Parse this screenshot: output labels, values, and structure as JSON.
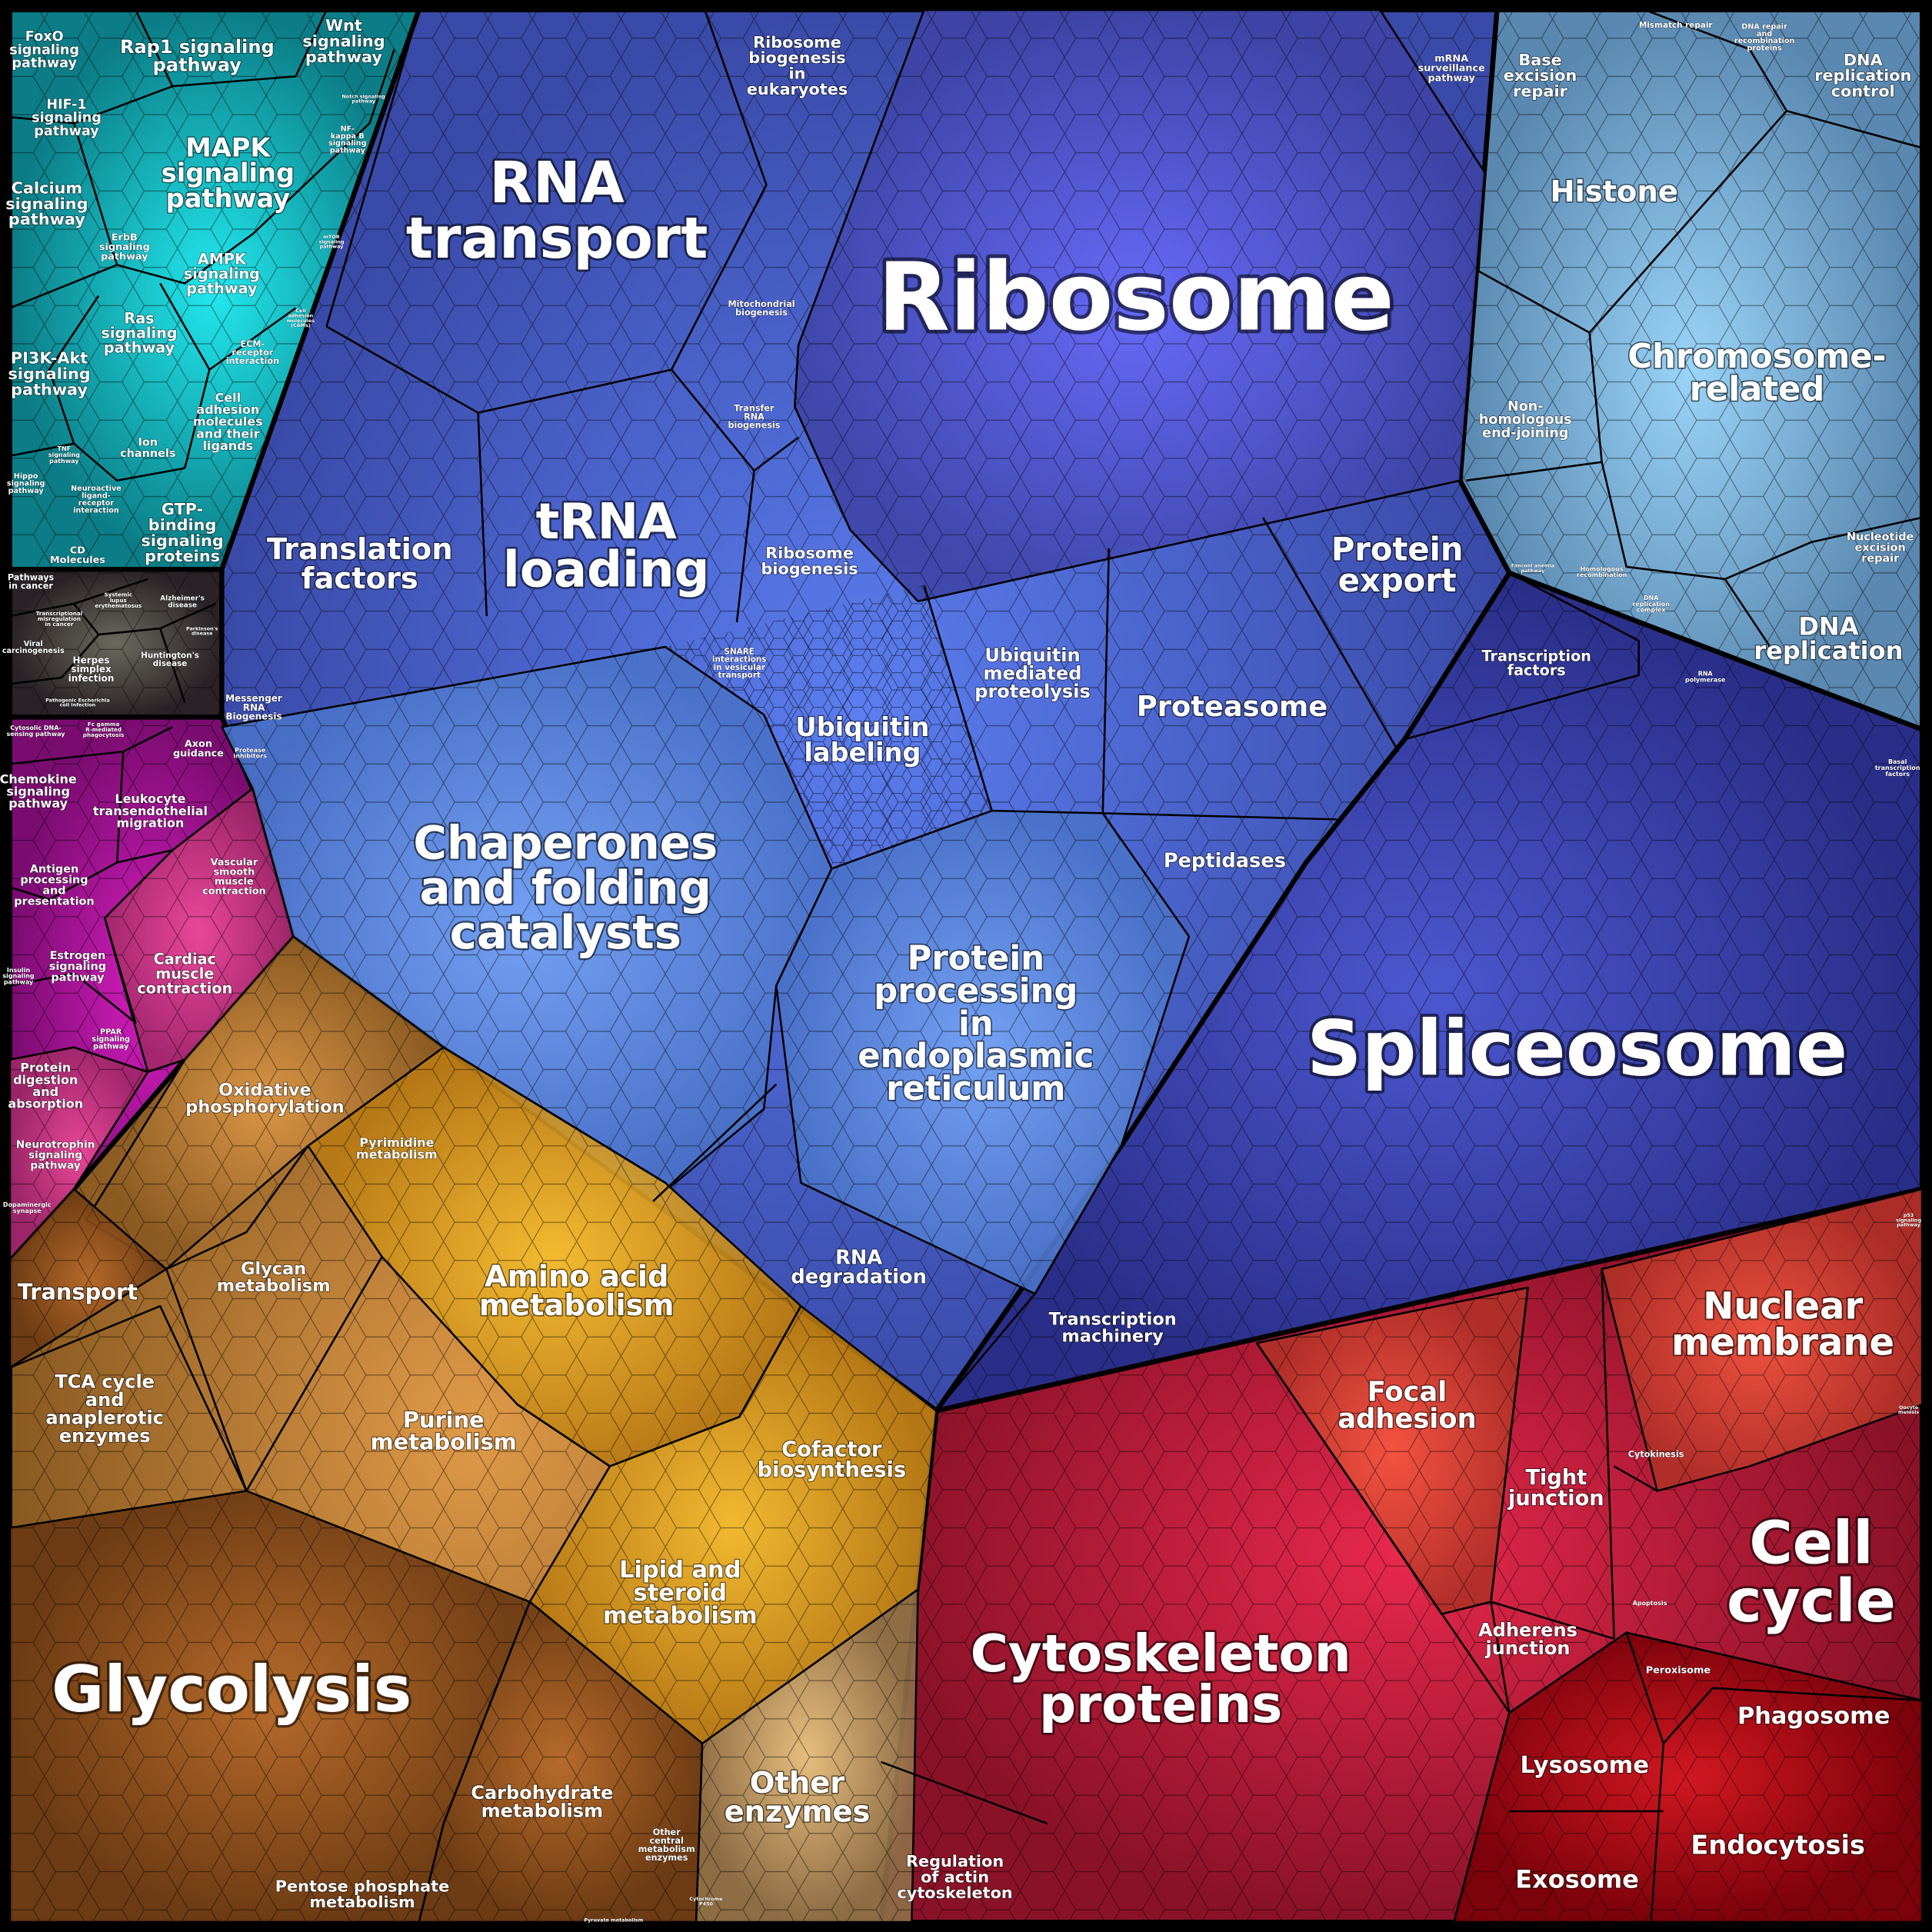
{
  "colors": {
    "teal_c": "#22e8ee",
    "teal_e": "#0c7d86",
    "dark_c": "#6a6a5e",
    "dark_e": "#2a2226",
    "magenta_c": "#d81ec0",
    "magenta_e": "#7a0c70",
    "pink_c": "#f04c98",
    "pink_e": "#a02868",
    "blue_c": "#5c7ef0",
    "blue_e": "#3a4aa8",
    "ribosome_c": "#6a6cff",
    "ribosome_e": "#3e44a6",
    "chap_c": "#78a8f8",
    "chap_e": "#4a72c8",
    "dna_c": "#9ad4f8",
    "dna_e": "#5a88b0",
    "splice_c": "#4c58d0",
    "splice_e": "#2a2e88",
    "orange_c": "#e09a48",
    "orange_e": "#8a5a22",
    "gold_c": "#f8c030",
    "gold_e": "#b87a14",
    "brown_c": "#b86a2a",
    "brown_e": "#6a3812",
    "tan_c": "#f0c888",
    "tan_e": "#8e6e48",
    "red_c": "#e8284c",
    "red_e": "#8a1228",
    "nuc_c": "#f85840",
    "nuc_e": "#b03028",
    "lyso_c": "#d81820",
    "lyso_e": "#7a0008"
  },
  "labels": {
    "foxo": [
      "FoxO",
      "signaling",
      "pathway"
    ],
    "rap1": [
      "Rap1 signaling",
      "pathway"
    ],
    "wnt": [
      "Wnt",
      "signaling",
      "pathway"
    ],
    "hif1": [
      "HIF-1",
      "signaling",
      "pathway"
    ],
    "mapk": [
      "MAPK",
      "signaling",
      "pathway"
    ],
    "nfkb": [
      "NF-",
      "kappa B",
      "signaling",
      "pathway"
    ],
    "notch": [
      "Notch signaling",
      "pathway"
    ],
    "mtor": [
      "mTOR",
      "signaling",
      "pathway"
    ],
    "calcium": [
      "Calcium",
      "signaling",
      "pathway"
    ],
    "erbb": [
      "ErbB",
      "signaling",
      "pathway"
    ],
    "ampk": [
      "AMPK",
      "signaling",
      "pathway"
    ],
    "cams": [
      "Cell",
      "adhesion",
      "molecules",
      "(CAMs)"
    ],
    "ras": [
      "Ras",
      "signaling",
      "pathway"
    ],
    "pi3k": [
      "PI3K-Akt",
      "signaling",
      "pathway"
    ],
    "ecm": [
      "ECM-",
      "receptor",
      "interaction"
    ],
    "celladh": [
      "Cell",
      "adhesion",
      "molecules",
      "and their",
      "ligands"
    ],
    "ion": [
      "Ion",
      "channels"
    ],
    "tnf": [
      "TNF",
      "signaling",
      "pathway"
    ],
    "hippo": [
      "Hippo",
      "signaling",
      "pathway"
    ],
    "neuro": [
      "Neuroactive",
      "ligand-",
      "receptor",
      "interaction"
    ],
    "gtp": [
      "GTP-",
      "binding",
      "signaling",
      "proteins"
    ],
    "cd": [
      "CD",
      "Molecules"
    ],
    "cancer": [
      "Pathways",
      "in cancer"
    ],
    "lupus": [
      "Systemic",
      "lupus",
      "erythematosus"
    ],
    "transmis": [
      "Transcriptional",
      "misregulation",
      "in cancer"
    ],
    "alz": [
      "Alzheimer's",
      "disease"
    ],
    "parkinson": [
      "Parkinson's",
      "disease"
    ],
    "viral": [
      "Viral",
      "carcinogenesis"
    ],
    "herpes": [
      "Herpes",
      "simplex",
      "infection"
    ],
    "huntington": [
      "Huntington's",
      "disease"
    ],
    "ecoli": [
      "Pathogenic Escherichia",
      "coli infection"
    ],
    "cytodna": [
      "Cytosolic DNA-",
      "sensing pathway"
    ],
    "fcg": [
      "Fc gamma",
      "R-mediated",
      "phagocytosis"
    ],
    "axon": [
      "Axon",
      "guidance"
    ],
    "chemokine": [
      "Chemokine",
      "signaling",
      "pathway"
    ],
    "leuko": [
      "Leukocyte",
      "transendothelial",
      "migration"
    ],
    "antigen": [
      "Antigen",
      "processing",
      "and",
      "presentation"
    ],
    "vascular": [
      "Vascular",
      "smooth",
      "muscle",
      "contraction"
    ],
    "insulin": [
      "Insulin",
      "signaling",
      "pathway"
    ],
    "estrogen": [
      "Estrogen",
      "signaling",
      "pathway"
    ],
    "cardiac": [
      "Cardiac",
      "muscle",
      "contraction"
    ],
    "ppar": [
      "PPAR",
      "signaling",
      "pathway"
    ],
    "protdig": [
      "Protein",
      "digestion",
      "and",
      "absorption"
    ],
    "neurotroph": [
      "Neurotrophin",
      "signaling",
      "pathway"
    ],
    "dopamine": [
      "Dopaminergic",
      "synapse"
    ],
    "rnatransport": [
      "RNA",
      "transport"
    ],
    "ribobioeuk": [
      "Ribosome",
      "biogenesis",
      "in",
      "eukaryotes"
    ],
    "ribosome": [
      "Ribosome"
    ],
    "mrnasurv": [
      "mRNA",
      "surveillance",
      "pathway"
    ],
    "mitobio": [
      "Mitochondrial",
      "biogenesis"
    ],
    "trnabio": [
      "Transfer",
      "RNA",
      "biogenesis"
    ],
    "trnaload": [
      "tRNA",
      "loading"
    ],
    "transfac": [
      "Translation",
      "factors"
    ],
    "ribobio": [
      "Ribosome",
      "biogenesis"
    ],
    "mrnabio": [
      "Messenger",
      "RNA",
      "Biogenesis"
    ],
    "protinh": [
      "Protease",
      "inhibitors"
    ],
    "snare": [
      "SNARE",
      "interactions",
      "in vesicular",
      "transport"
    ],
    "ubilabel": [
      "Ubiquitin",
      "labeling"
    ],
    "ubimed": [
      "Ubiquitin",
      "mediated",
      "proteolysis"
    ],
    "proteasome": [
      "Proteasome"
    ],
    "protexport": [
      "Protein",
      "export"
    ],
    "peptidases": [
      "Peptidases"
    ],
    "chaperones": [
      "Chaperones",
      "and folding",
      "catalysts"
    ],
    "protproc": [
      "Protein",
      "processing",
      "in",
      "endoplasmic",
      "reticulum"
    ],
    "rnadeg": [
      "RNA",
      "degradation"
    ],
    "ber": [
      "Base",
      "excision",
      "repair"
    ],
    "mismatch": [
      "Mismatch repair"
    ],
    "dnarepair": [
      "DNA repair",
      "and",
      "recombination",
      "proteins"
    ],
    "dnarepctrl": [
      "DNA",
      "replication",
      "control"
    ],
    "histone": [
      "Histone"
    ],
    "chromo": [
      "Chromosome-",
      "related"
    ],
    "nhej": [
      "Non-",
      "homologous",
      "end-joining"
    ],
    "ner": [
      "Nucleotide",
      "excision",
      "repair"
    ],
    "dnarep": [
      "DNA",
      "replication"
    ],
    "fanconi": [
      "Fanconi anemia",
      "pathway"
    ],
    "homrec": [
      "Homologous",
      "recombination"
    ],
    "dnarepcx": [
      "DNA",
      "replication",
      "complex"
    ],
    "tf": [
      "Transcription",
      "factors"
    ],
    "rnapol": [
      "RNA",
      "polymerase"
    ],
    "spliceosome": [
      "Spliceosome"
    ],
    "basaltf": [
      "Basal",
      "transcription",
      "factors"
    ],
    "transmach": [
      "Transcription",
      "machinery"
    ],
    "oxphos": [
      "Oxidative",
      "phosphorylation"
    ],
    "pyrimidine": [
      "Pyrimidine",
      "metabolism"
    ],
    "glycan": [
      "Glycan",
      "metabolism"
    ],
    "aminoacid": [
      "Amino acid",
      "metabolism"
    ],
    "transport": [
      "Transport"
    ],
    "tca": [
      "TCA cycle",
      "and",
      "anaplerotic",
      "enzymes"
    ],
    "purine": [
      "Purine",
      "metabolism"
    ],
    "cofactor": [
      "Cofactor",
      "biosynthesis"
    ],
    "lipid": [
      "Lipid and",
      "steroid",
      "metabolism"
    ],
    "glycolysis": [
      "Glycolysis"
    ],
    "carbo": [
      "Carbohydrate",
      "metabolism"
    ],
    "othercentral": [
      "Other",
      "central",
      "metabolism",
      "enzymes"
    ],
    "pentose": [
      "Pentose phosphate",
      "metabolism"
    ],
    "pyruvate": [
      "Pyruvate metabolism"
    ],
    "p450": [
      "Cytochrome",
      "P450"
    ],
    "otherenz": [
      "Other",
      "enzymes"
    ],
    "focal": [
      "Focal",
      "adhesion"
    ],
    "nuclear": [
      "Nuclear",
      "membrane"
    ],
    "tight": [
      "Tight",
      "junction"
    ],
    "cytokinesis": [
      "Cytokinesis"
    ],
    "cellcycle": [
      "Cell",
      "cycle"
    ],
    "apoptosis": [
      "Apoptosis"
    ],
    "adherens": [
      "Adherens",
      "junction"
    ],
    "peroxisome": [
      "Peroxisome"
    ],
    "phagosome": [
      "Phagosome"
    ],
    "cytoskel": [
      "Cytoskeleton",
      "proteins"
    ],
    "lysosome": [
      "Lysosome"
    ],
    "endocytosis": [
      "Endocytosis"
    ],
    "exosome": [
      "Exosome"
    ],
    "actin": [
      "Regulation",
      "of actin",
      "cytoskeleton"
    ],
    "p53": [
      "p53",
      "signaling",
      "pathway"
    ],
    "oocyte": [
      "Oocyte",
      "meiosis"
    ]
  }
}
